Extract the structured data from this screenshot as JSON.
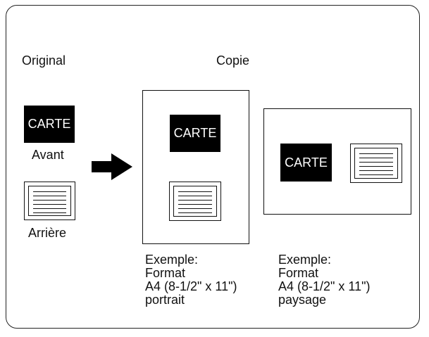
{
  "labels": {
    "original": "Original",
    "copie": "Copie",
    "avant": "Avant",
    "arriere": "Arrière"
  },
  "card_text": "CARTE",
  "example_portrait": {
    "line1": "Exemple:",
    "line2": "Format",
    "line3": "A4 (8-1/2\" x 11\")",
    "line4": "portrait"
  },
  "example_landscape": {
    "line1": "Exemple:",
    "line2": "Format",
    "line3": "A4 (8-1/2\" x 11\")",
    "line4": "paysage"
  },
  "icons": {
    "arrow": "right-arrow-icon",
    "document": "document-lines-icon"
  }
}
